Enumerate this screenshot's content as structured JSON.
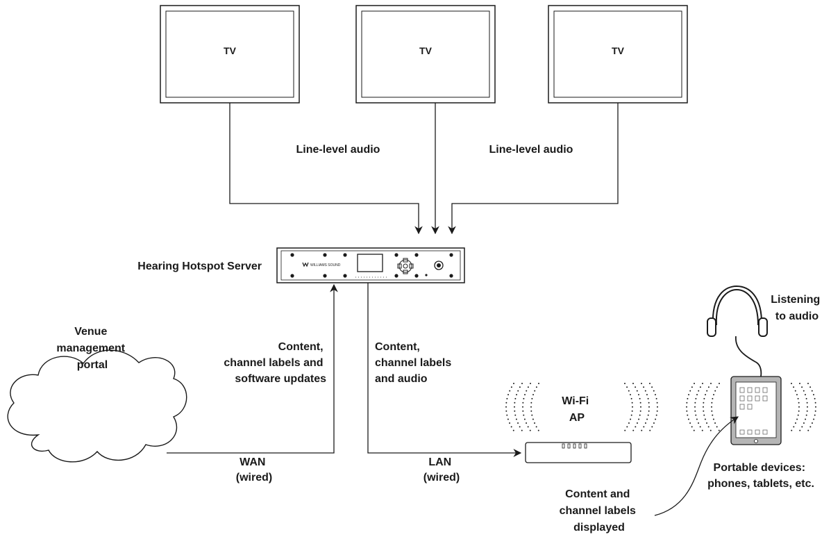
{
  "tvs": [
    {
      "label": "TV"
    },
    {
      "label": "TV"
    },
    {
      "label": "TV"
    }
  ],
  "audio_labels": [
    "Line-level audio",
    "Line-level audio"
  ],
  "server": {
    "label": "Hearing Hotspot Server",
    "brand": "WILLIAMS SOUND"
  },
  "portal": {
    "lines": [
      "Venue",
      "management",
      "portal"
    ]
  },
  "uplink": {
    "lines": [
      "Content,",
      "channel labels and",
      "software updates"
    ]
  },
  "downlink": {
    "lines": [
      "Content,",
      "channel labels",
      "and audio"
    ]
  },
  "wan": {
    "lines": [
      "WAN",
      "(wired)"
    ]
  },
  "lan": {
    "lines": [
      "LAN",
      "(wired)"
    ]
  },
  "ap": {
    "lines": [
      "Wi-Fi",
      "AP"
    ]
  },
  "listening": {
    "lines": [
      "Listening",
      "to audio"
    ]
  },
  "devices": {
    "lines": [
      "Portable devices:",
      "phones, tablets, etc."
    ]
  },
  "displayed": {
    "lines": [
      "Content and",
      "channel labels",
      "displayed"
    ]
  }
}
